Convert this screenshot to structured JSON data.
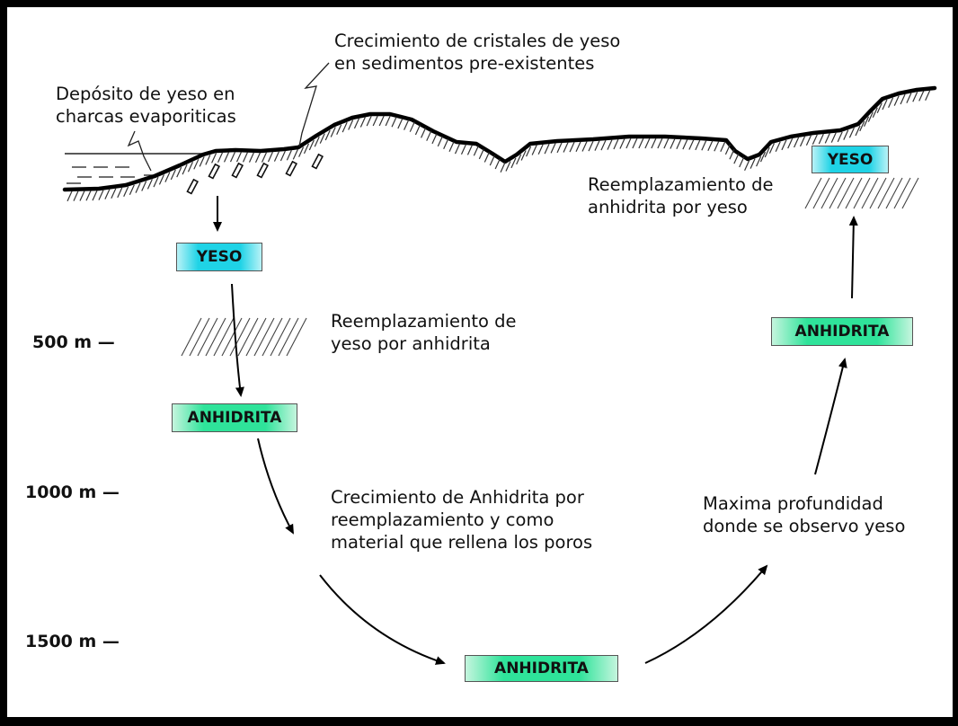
{
  "labels": {
    "deposito": [
      "Depósito de yeso en",
      "charcas evaporiticas"
    ],
    "crecimiento_cristales": [
      "Crecimiento de cristales de yeso",
      "en sedimentos pre-existentes"
    ],
    "reemplazamiento_anhidrita_yeso": [
      "Reemplazamiento de",
      "anhidrita por yeso"
    ],
    "reemplazamiento_yeso_anhidrita": [
      "Reemplazamiento de",
      "yeso por anhidrita"
    ],
    "crecimiento_anhidrita": [
      "Crecimiento de Anhidrita por",
      "reemplazamiento y como",
      "material que rellena los poros"
    ],
    "maxima_profundidad": [
      "Maxima profundidad",
      "donde se observo yeso"
    ]
  },
  "depths": [
    "500 m  —",
    "1000 m  —",
    "1500 m  —"
  ],
  "boxes": {
    "yeso_left": "YESO",
    "yeso_right": "YESO",
    "anhidrita_left": "ANHIDRITA",
    "anhidrita_bottom": "ANHIDRITA",
    "anhidrita_right": "ANHIDRITA"
  },
  "colors": {
    "yeso": "#1fd3e6",
    "anhidrita": "#2fe39a",
    "frame": "#000000"
  }
}
